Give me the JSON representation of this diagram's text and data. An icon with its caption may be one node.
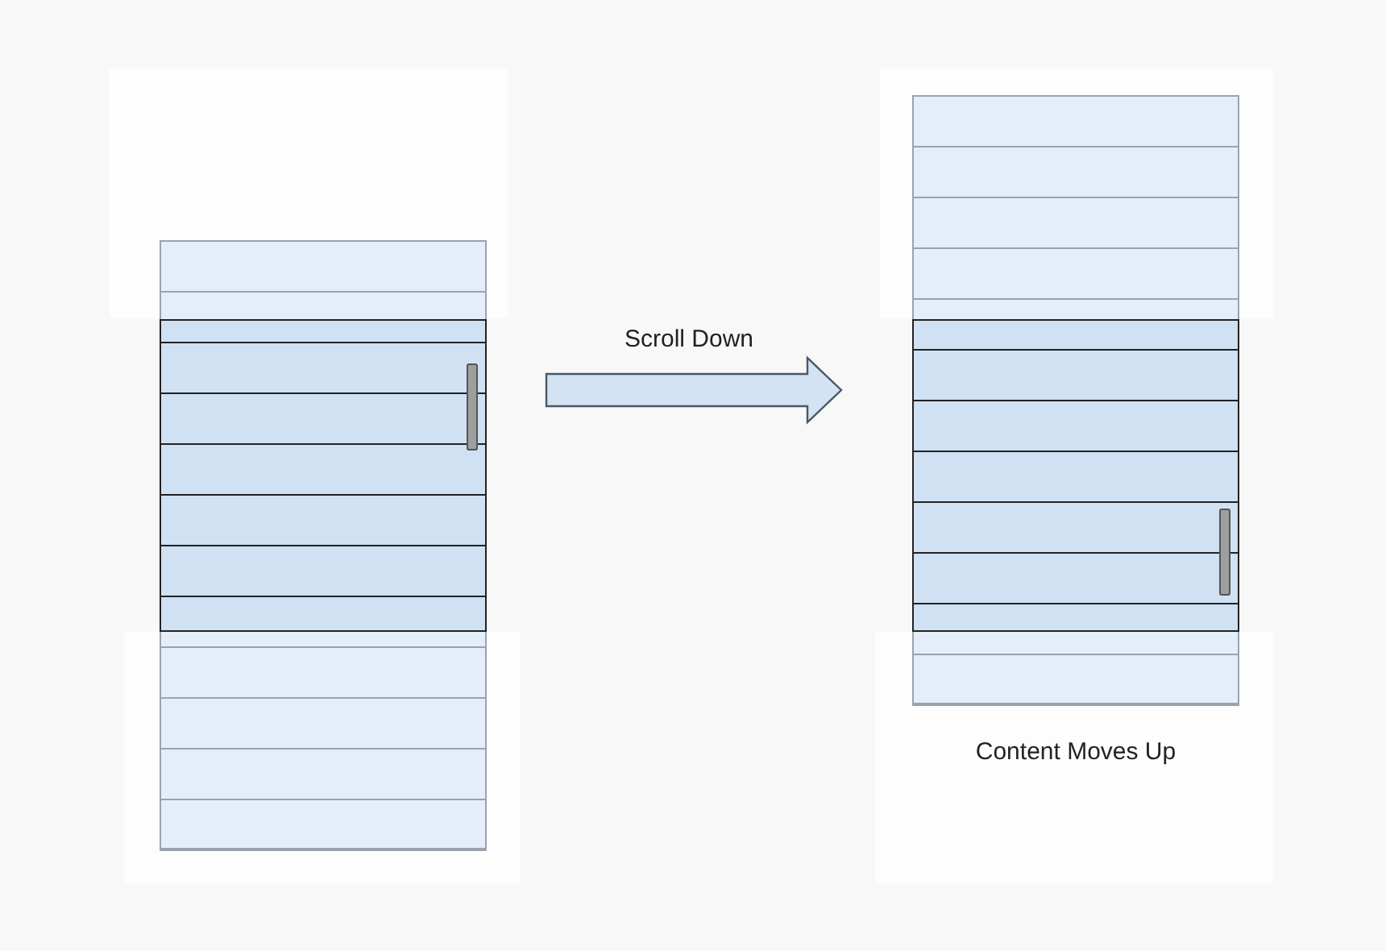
{
  "diagram": {
    "nodes": [
      {
        "text": [],
        "shape": "picture"
      },
      {
        "text": [],
        "shape": "picture",
        "beside": [
          "Content Moves Up"
        ]
      }
    ],
    "edges": [
      {
        "from": 0,
        "to": 1,
        "arrow": "to",
        "label": "Scroll Down",
        "style": "thick"
      }
    ]
  }
}
